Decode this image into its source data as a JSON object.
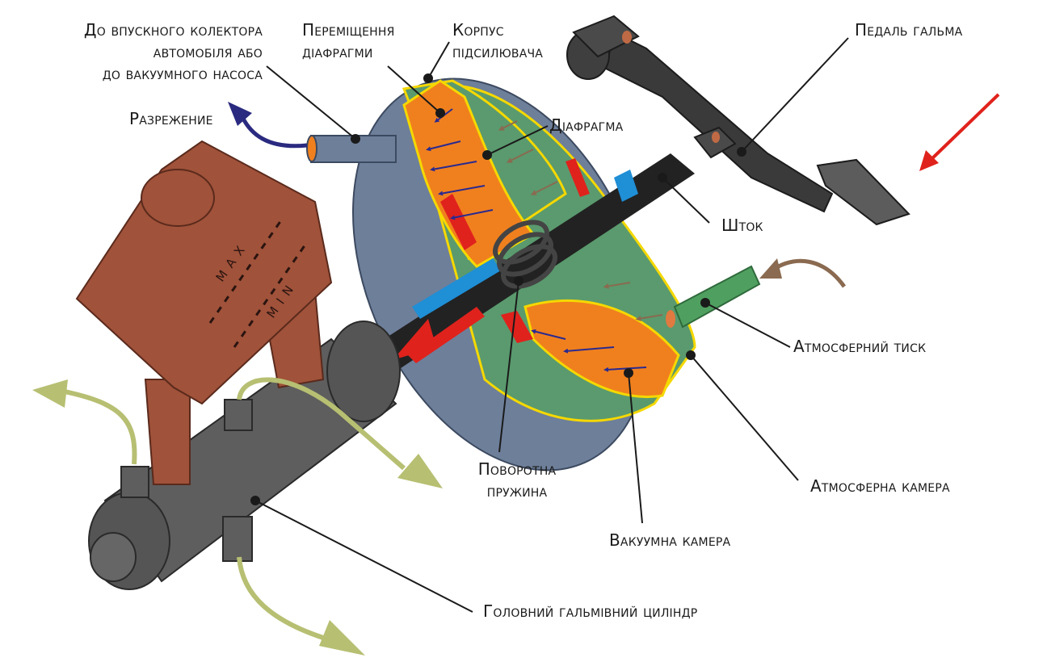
{
  "labels": {
    "intake": [
      "До впускного колектора",
      "автомобіля або",
      "до вакуумного насоса"
    ],
    "diaphragm_move": [
      "Переміщення",
      "діафрагми"
    ],
    "housing": [
      "Корпус",
      "підсилювача"
    ],
    "pedal": "Педаль гальма",
    "vacuum": "Разрежение",
    "diaphragm": "Діафрагма",
    "rod": "Шток",
    "atm_pressure": "Атмосферний тиск",
    "spring": [
      "Поворотна",
      "пружина"
    ],
    "atm_chamber": "Атмосферна камера",
    "vac_chamber": "Вакуумна камера",
    "master_cylinder": "Головний гальмівний циліндр"
  },
  "reservoir": {
    "max": "MAX",
    "min": "MIN"
  },
  "colors": {
    "housing_blue": "#6e7f9a",
    "housing_green": "#5a9a6e",
    "diaphragm_orange": "#f0801e",
    "outline_yellow": "#f5d800",
    "red": "#e0221c",
    "rod_black": "#222222",
    "rod_blue": "#1f8fd6",
    "reservoir": "#a0523a",
    "cylinder": "#5e5e5e",
    "fluid_arrow": "#b7bf72",
    "vacuum_arrow": "#2a2a80",
    "air_arrow": "#8a6a50",
    "air_tube": "#4fa060"
  }
}
